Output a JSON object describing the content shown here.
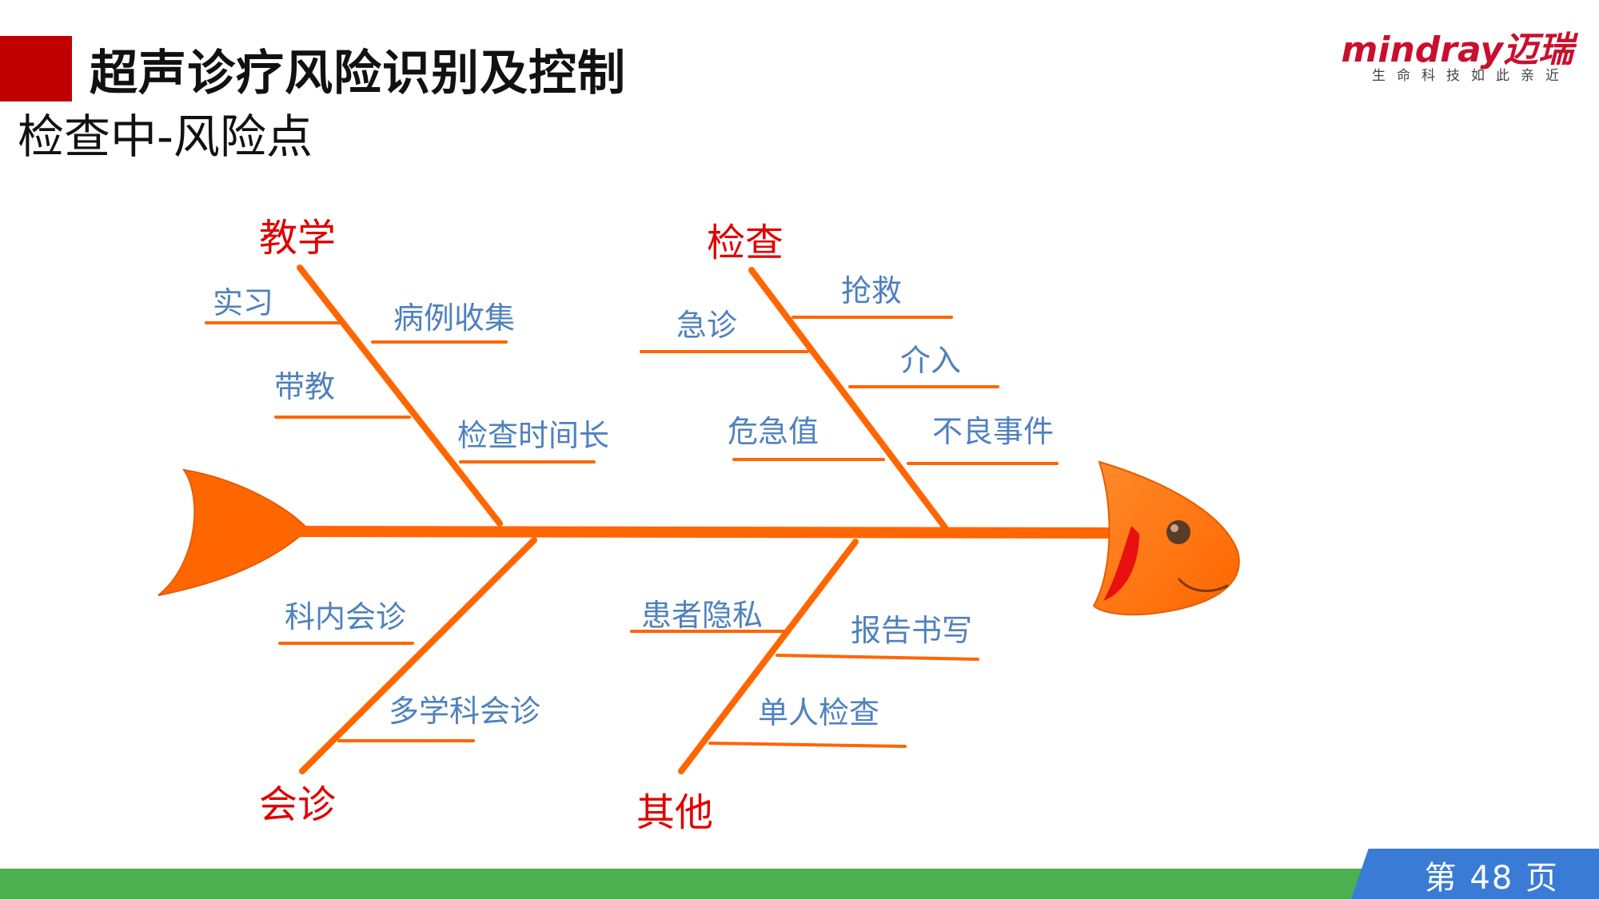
{
  "header": {
    "title": "超声诊疗风险识别及控制",
    "subtitle": "检查中-风险点"
  },
  "brand": {
    "name": "mindray迈瑞",
    "tagline": "生命科技如此亲近"
  },
  "diagram": {
    "categories": {
      "teaching": {
        "label": "教学",
        "causes": [
          "实习",
          "病例收集",
          "带教",
          "检查时间长"
        ]
      },
      "examination": {
        "label": "检查",
        "causes": [
          "抢救",
          "急诊",
          "介入",
          "危急值",
          "不良事件"
        ]
      },
      "consultation": {
        "label": "会诊",
        "causes": [
          "科内会诊",
          "多学科会诊"
        ]
      },
      "other": {
        "label": "其他",
        "causes": [
          "患者隐私",
          "报告书写",
          "单人检查"
        ]
      }
    }
  },
  "footer": {
    "page_label": "第 48 页"
  },
  "colors": {
    "accent_red": "#c00000",
    "category_text": "#e00000",
    "cause_text": "#4f81bd",
    "fish_orange": "#ff6600",
    "footer_green": "#4caf50",
    "footer_blue": "#3a7bd5"
  }
}
